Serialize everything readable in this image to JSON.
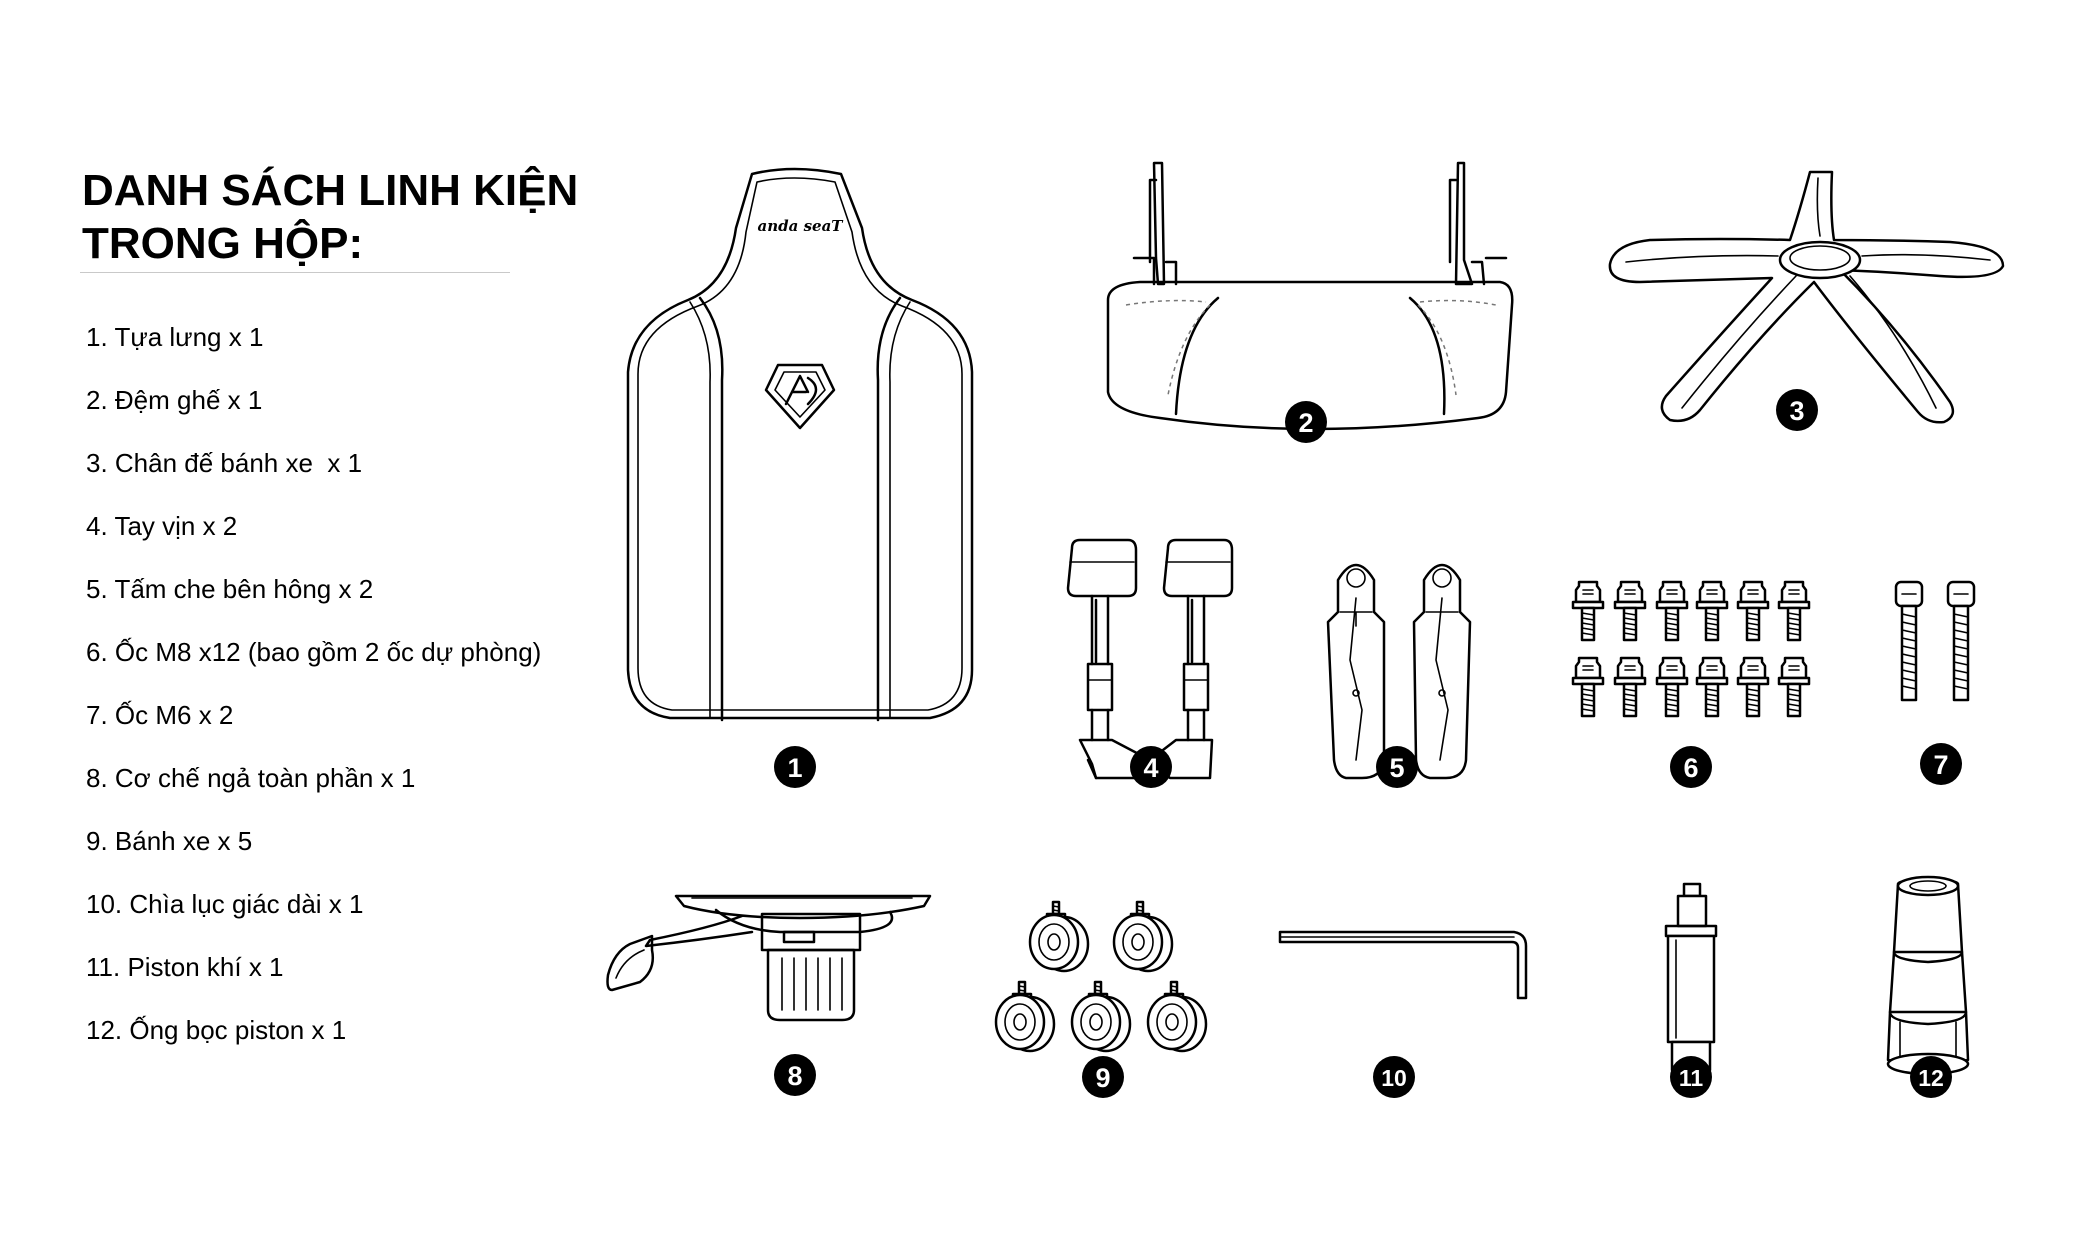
{
  "title": {
    "line1": "DANH SÁCH LINH KIỆN",
    "line2": "TRONG HỘP:"
  },
  "brand_logo_text": "anda seaT",
  "parts": [
    "1. Tựa lưng x 1",
    "2. Đệm ghế x 1",
    "3. Chân đế bánh xe  x 1",
    "4. Tay vịn x 2",
    "5. Tấm che bên hông x 2",
    "6. Ốc M8 x12 (bao gồm 2 ốc dự phòng)",
    "7. Ốc M6 x 2",
    "8. Cơ chế ngả toàn phần x 1",
    "9. Bánh xe x 5",
    "10. Chìa lục giác dài x 1",
    "11. Piston khí x 1",
    "12. Ống bọc piston x 1"
  ],
  "badges": [
    "1",
    "2",
    "3",
    "4",
    "5",
    "6",
    "7",
    "8",
    "9",
    "10",
    "11",
    "12"
  ],
  "illustrations": [
    "backrest-illustration",
    "seat-cushion-illustration",
    "wheel-base-illustration",
    "armrests-illustration",
    "side-covers-illustration",
    "m8-screws-illustration",
    "m6-screws-illustration",
    "tilt-mechanism-illustration",
    "casters-illustration",
    "hex-key-illustration",
    "gas-piston-illustration",
    "piston-cover-illustration"
  ],
  "colors": {
    "background": "#ffffff",
    "ink": "#000000",
    "badge_text": "#ffffff"
  }
}
